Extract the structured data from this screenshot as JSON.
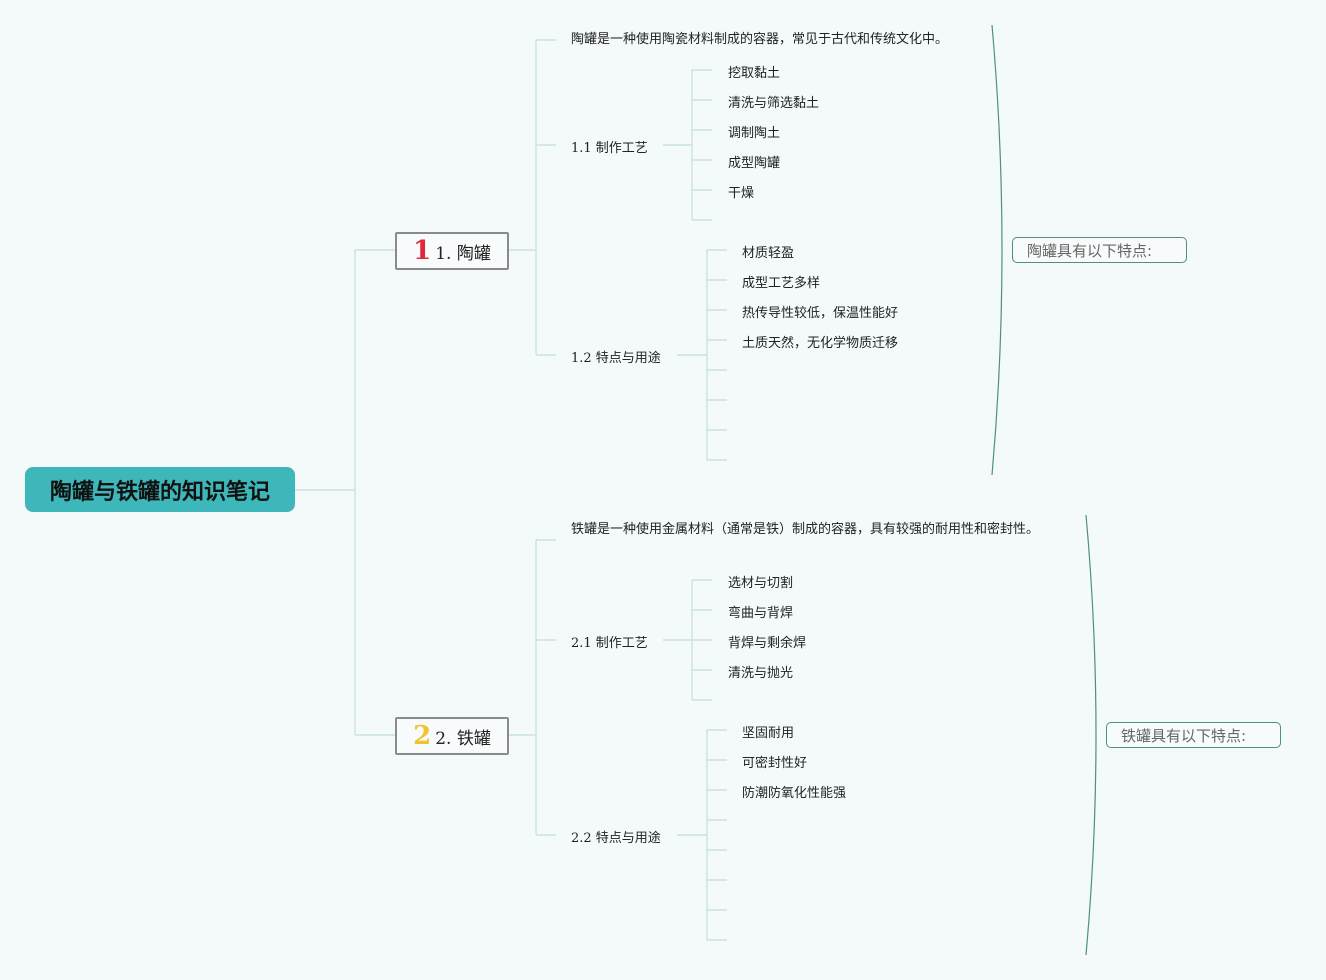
{
  "root": "陶罐与铁罐的知识笔记",
  "branches": [
    {
      "badge": "1",
      "badge_color": "#e0283d",
      "label": "1. 陶罐",
      "description": "陶罐是一种使用陶瓷材料制成的容器，常见于古代和传统文化中。",
      "craft": {
        "label": "1.1 制作工艺",
        "items": [
          "挖取黏土",
          "清洗与筛选黏土",
          "调制陶土",
          "成型陶罐",
          "干燥"
        ]
      },
      "features": {
        "label": "1.2 特点与用途",
        "items": [
          "材质轻盈",
          "成型工艺多样",
          "热传导性较低，保温性能好",
          "土质天然，无化学物质迁移"
        ]
      },
      "summary": "陶罐具有以下特点:"
    },
    {
      "badge": "2",
      "badge_color": "#f2c230",
      "label": "2. 铁罐",
      "description": "铁罐是一种使用金属材料（通常是铁）制成的容器，具有较强的耐用性和密封性。",
      "craft": {
        "label": "2.1 制作工艺",
        "items": [
          "选材与切割",
          "弯曲与背焊",
          "背焊与剩余焊",
          "清洗与抛光"
        ]
      },
      "features": {
        "label": "2.2 特点与用途",
        "items": [
          "坚固耐用",
          "可密封性好",
          "防潮防氧化性能强"
        ]
      },
      "summary": "铁罐具有以下特点:"
    }
  ],
  "colors": {
    "root": "#3db7b9",
    "line": "#c9e3e6",
    "brace": "#4e8f86"
  }
}
